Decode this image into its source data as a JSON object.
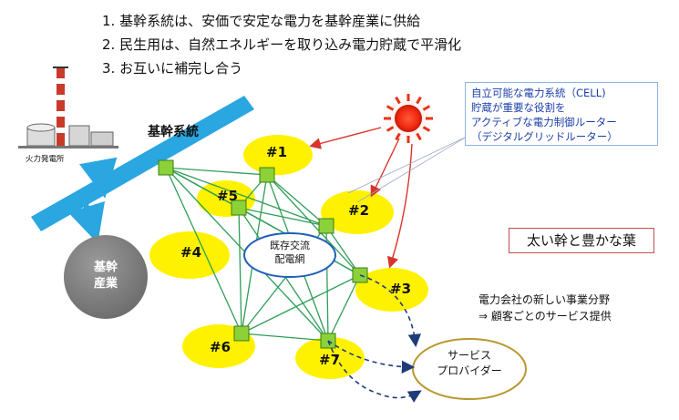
{
  "points": [
    "1. 基幹系統は、安価で安定な電力を基幹産業に供給",
    "2. 民生用は、自然エネルギーを取り込み電力貯蔵で平滑化",
    "3. お互いに補完し合う"
  ],
  "callout": {
    "lines": [
      "自立可能な電力系統（CELL)",
      "貯蔵が重要な役割を",
      "アクティブな電力制御ルーター",
      "（デジタルグリッドルーター）"
    ]
  },
  "tagline": "太い幹と豊かな葉",
  "business": {
    "lines": [
      "電力会社の新しい事業分野",
      "⇒  顧客ごとのサービス提供"
    ]
  },
  "trunk_label": "基幹系統",
  "plant_label": "火力発電所",
  "industry": {
    "line1": "基幹",
    "line2": "産業"
  },
  "hub": {
    "line1": "既存交流",
    "line2": "配電網"
  },
  "service_provider": {
    "line1": "サービス",
    "line2": "プロバイダー"
  },
  "cells": [
    "#1",
    "#2",
    "#3",
    "#4",
    "#5",
    "#6",
    "#7"
  ],
  "colors": {
    "trunk": "#2aa6e0",
    "cell_fill": "#fff200",
    "node_fill": "#8cd13a",
    "mesh_line": "#2f9e57",
    "arrow_red": "#d9342b",
    "hub_border": "#1f5fb8",
    "sp_border": "#b8982e",
    "dashed": "#1f3b7a"
  },
  "icons": {
    "sun": "sun-icon",
    "plant": "power-plant-icon"
  }
}
